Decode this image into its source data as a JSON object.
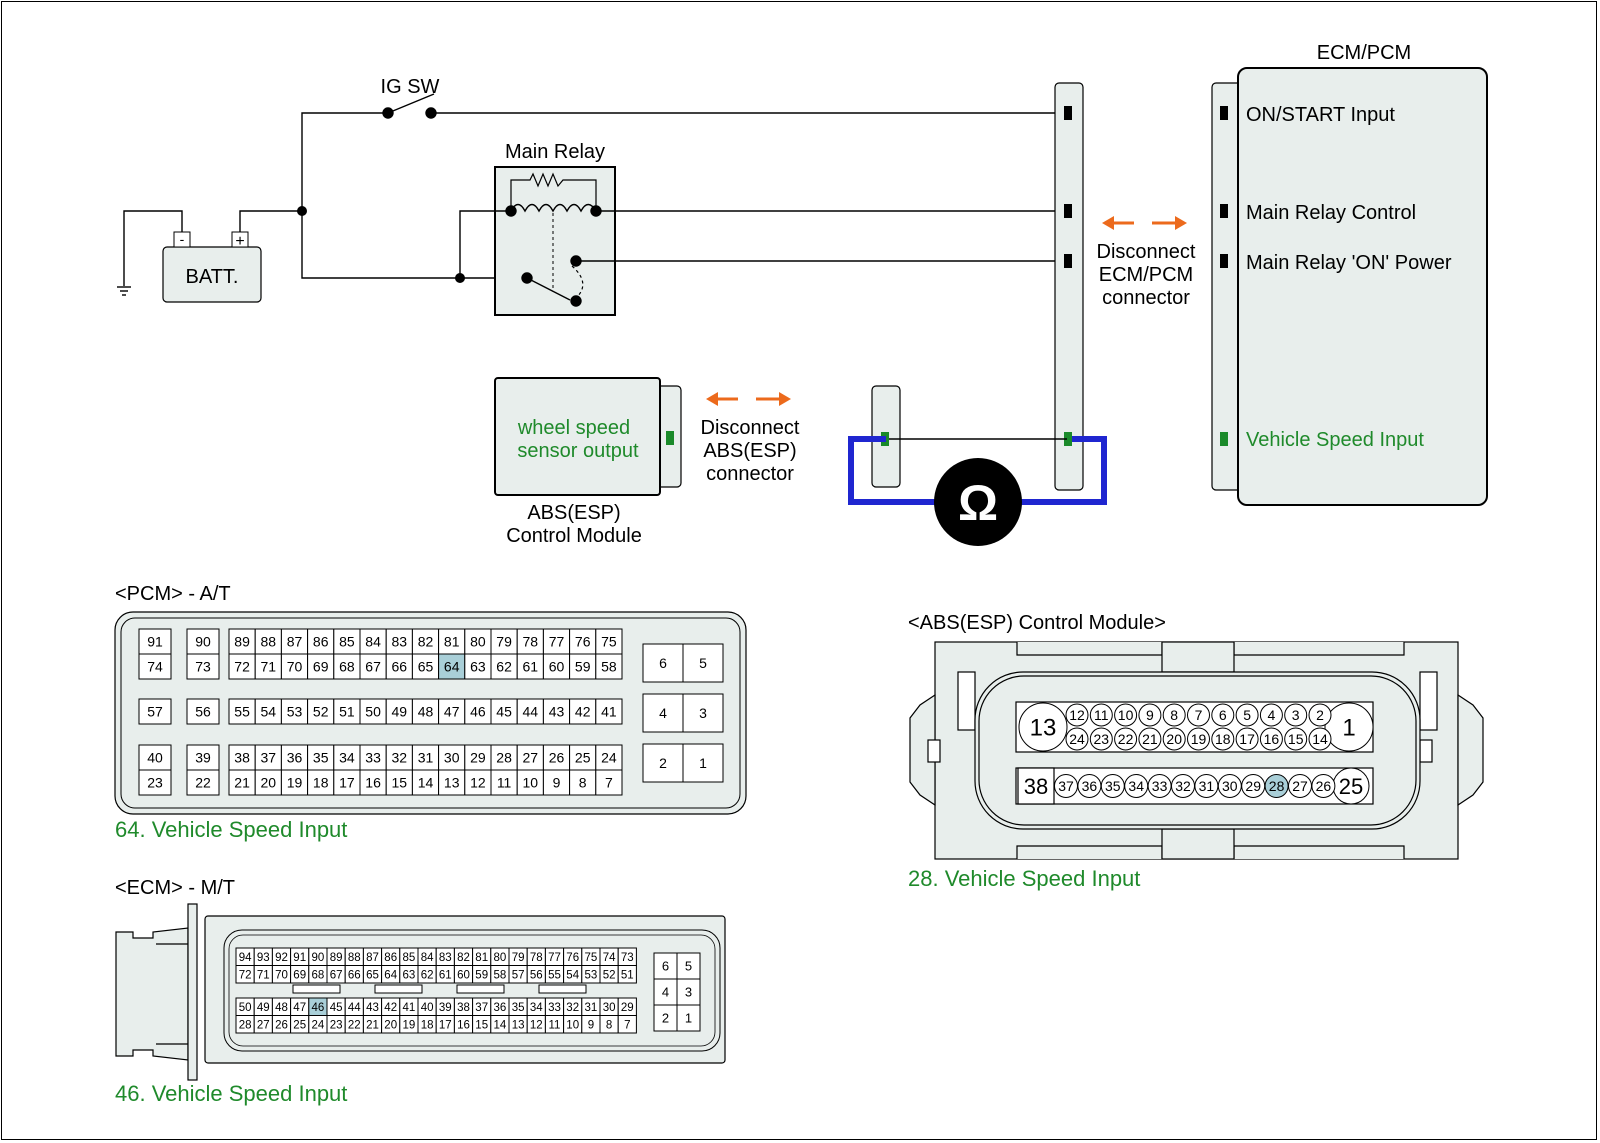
{
  "colors": {
    "panel_fill": "#e8eeec",
    "highlight_fill": "#a9cfd8",
    "green_text": "#1f8a2b",
    "green_pin": "#1a8a2a",
    "blue_wire": "#1f26d0",
    "orange_arrow": "#ec6a1c",
    "line": "#000000"
  },
  "schematic": {
    "ecm_title": "ECM/PCM",
    "ig_sw": "IG SW",
    "main_relay": "Main Relay",
    "batt": "BATT.",
    "batt_minus": "-",
    "batt_plus": "+",
    "ecm_pins": {
      "on_start": "ON/START Input",
      "relay_control": "Main Relay Control",
      "relay_on_power": "Main Relay 'ON' Power",
      "vehicle_speed": "Vehicle Speed Input"
    },
    "disconnect_ecm": [
      "Disconnect",
      "ECM/PCM",
      "connector"
    ],
    "disconnect_abs": [
      "Disconnect",
      "ABS(ESP)",
      "connector"
    ],
    "abs_output": [
      "wheel speed",
      "sensor output"
    ],
    "abs_module": [
      "ABS(ESP)",
      "Control Module"
    ],
    "ohm_symbol": "Ω"
  },
  "pcm_connector": {
    "title": "<PCM> - A/T",
    "caption": "64. Vehicle Speed Input",
    "highlight": "64",
    "top_left": [
      [
        "91",
        "74"
      ],
      [
        "90",
        "73"
      ]
    ],
    "top_main": [
      [
        "89",
        "88",
        "87",
        "86",
        "85",
        "84",
        "83",
        "82",
        "81",
        "80",
        "79",
        "78",
        "77",
        "76",
        "75"
      ],
      [
        "72",
        "71",
        "70",
        "69",
        "68",
        "67",
        "66",
        "65",
        "64",
        "63",
        "62",
        "61",
        "60",
        "59",
        "58"
      ]
    ],
    "mid_left": [
      "57",
      "56"
    ],
    "mid_main": [
      "55",
      "54",
      "53",
      "52",
      "51",
      "50",
      "49",
      "48",
      "47",
      "46",
      "45",
      "44",
      "43",
      "42",
      "41"
    ],
    "bot_left": [
      [
        "40",
        "23"
      ],
      [
        "39",
        "22"
      ]
    ],
    "bot_main": [
      [
        "38",
        "37",
        "36",
        "35",
        "34",
        "33",
        "32",
        "31",
        "30",
        "29",
        "28",
        "27",
        "26",
        "25",
        "24"
      ],
      [
        "21",
        "20",
        "19",
        "18",
        "17",
        "16",
        "15",
        "14",
        "13",
        "12",
        "11",
        "10",
        "9",
        "8",
        "7"
      ]
    ],
    "right_pairs": [
      [
        "6",
        "5"
      ],
      [
        "4",
        "3"
      ],
      [
        "2",
        "1"
      ]
    ]
  },
  "ecm_connector": {
    "title": "<ECM> - M/T",
    "caption": "46. Vehicle Speed Input",
    "highlight": "46",
    "rows": [
      [
        "94",
        "93",
        "92",
        "91",
        "90",
        "89",
        "88",
        "87",
        "86",
        "85",
        "84",
        "83",
        "82",
        "81",
        "80",
        "79",
        "78",
        "77",
        "76",
        "75",
        "74",
        "73"
      ],
      [
        "72",
        "71",
        "70",
        "69",
        "68",
        "67",
        "66",
        "65",
        "64",
        "63",
        "62",
        "61",
        "60",
        "59",
        "58",
        "57",
        "56",
        "55",
        "54",
        "53",
        "52",
        "51"
      ],
      [
        "50",
        "49",
        "48",
        "47",
        "46",
        "45",
        "44",
        "43",
        "42",
        "41",
        "40",
        "39",
        "38",
        "37",
        "36",
        "35",
        "34",
        "33",
        "32",
        "31",
        "30",
        "29"
      ],
      [
        "28",
        "27",
        "26",
        "25",
        "24",
        "23",
        "22",
        "21",
        "20",
        "19",
        "18",
        "17",
        "16",
        "15",
        "14",
        "13",
        "12",
        "11",
        "10",
        "9",
        "8",
        "7"
      ]
    ],
    "right": [
      [
        "6",
        "5"
      ],
      [
        "4",
        "3"
      ],
      [
        "2",
        "1"
      ]
    ]
  },
  "abs_connector": {
    "title": "<ABS(ESP) Control Module>",
    "caption": "28. Vehicle Speed Input",
    "highlight": "28",
    "big_pins": {
      "top_left": "13",
      "top_right": "1",
      "bottom_left": "38",
      "bottom_right": "25"
    },
    "row1": [
      "12",
      "11",
      "10",
      "9",
      "8",
      "7",
      "6",
      "5",
      "4",
      "3",
      "2"
    ],
    "row2": [
      "24",
      "23",
      "22",
      "21",
      "20",
      "19",
      "18",
      "17",
      "16",
      "15",
      "14"
    ],
    "row3": [
      "37",
      "36",
      "35",
      "34",
      "33",
      "32",
      "31",
      "30",
      "29",
      "28",
      "27",
      "26"
    ]
  }
}
